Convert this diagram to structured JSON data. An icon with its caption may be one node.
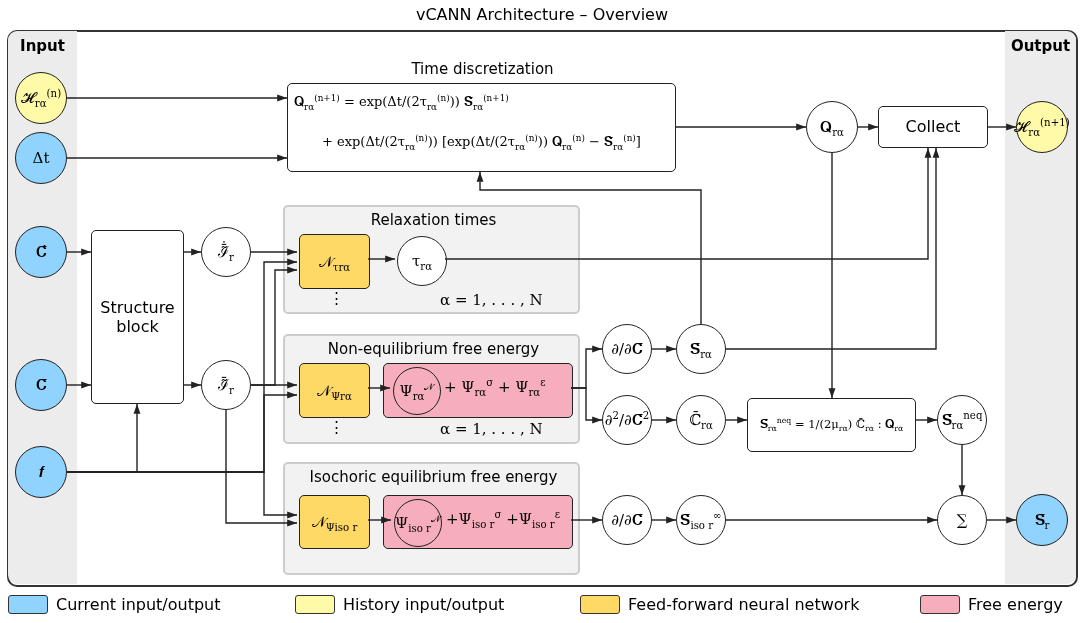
{
  "diagram": {
    "title": "vCANN Architecture – Overview",
    "nodes": [
      {
        "text": [
          "Input"
        ]
      },
      {
        "text": [
          "𝓗$_{rα}$$^{(n)}$"
        ],
        "in": 0
      },
      {
        "text": [
          "Δt"
        ],
        "in": 0
      },
      {
        "text": [
          "𝐂̄̇"
        ],
        "in": 0
      },
      {
        "text": [
          "𝐂̄"
        ],
        "in": 0
      },
      {
        "text": [
          "𝒇"
        ],
        "in": 0
      },
      {
        "text": [
          "Output"
        ]
      },
      {
        "text": [
          "𝓗$_{rα}$$^{(n+1)}$"
        ],
        "in": 6
      },
      {
        "text": [
          "𝐒̄$_{r}$"
        ],
        "in": 6
      },
      {
        "text": [
          "Time discretization",
          "𝐐$_{rα}$$^{(n+1)}$ = exp(Δt/(2τ$_{rα}$$^{(n)}$)) 𝐒̄$_{rα}$$^{(n+1)}$",
          "+ exp(Δt/(2τ$_{rα}$$^{(n)}$)) [exp(Δt/(2τ$_{rα}$$^{(n)}$)) 𝐐$_{rα}$$^{(n)}$ − 𝐒̄$_{rα}$$^{(n)}$]"
        ]
      },
      {
        "text": [
          "𝐐$_{rα}$"
        ]
      },
      {
        "text": [
          "Collect"
        ]
      },
      {
        "text": [
          "Structure block"
        ]
      },
      {
        "text": [
          "ℐ̃̄̇$_{r}$"
        ]
      },
      {
        "text": [
          "ℐ̃̄$_{r}$"
        ]
      },
      {
        "text": [
          "Relaxation times",
          "⋮",
          "α = 1, . . . , N"
        ]
      },
      {
        "text": [
          "𝒩$_{τrα}$"
        ],
        "in": 15
      },
      {
        "text": [
          "τ$_{rα}$"
        ],
        "in": 15
      },
      {
        "text": [
          "Non-equilibrium free energy",
          "⋮",
          "α = 1, . . . , N"
        ]
      },
      {
        "text": [
          "𝒩$_{Ψrα}$"
        ],
        "in": 18
      },
      {
        "text": [
          "+ Ψ$_{rα}$$^{σ}$ + Ψ$_{rα}$$^{ε}$"
        ],
        "in": 18
      },
      {
        "text": [
          "Ψ$_{rα}$$^{𝒩}$"
        ],
        "in": 20
      },
      {
        "text": [
          "Isochoric equilibrium free energy"
        ]
      },
      {
        "text": [
          "𝒩$_{Ψiso r}$"
        ],
        "in": 22
      },
      {
        "text": [
          "+Ψ$_{iso r}$$^{σ}$ +Ψ$_{iso r}$$^{ε}$"
        ],
        "in": 22
      },
      {
        "text": [
          "Ψ$_{iso r}$$^{𝒩}$"
        ],
        "in": 24
      },
      {
        "text": [
          "∂/∂𝐂̄"
        ]
      },
      {
        "text": [
          "𝐒̄$_{rα}$"
        ]
      },
      {
        "text": [
          "∂$^{2}$/∂𝐂̄$^{2}$"
        ]
      },
      {
        "text": [
          "ℂ̄$_{rα}$"
        ]
      },
      {
        "text": [
          "𝐒̄$_{rα}$$^{neq}$ = 1/(2μ$_{rα}$) ℂ̄$_{rα}$ : 𝐐$_{rα}$"
        ]
      },
      {
        "text": [
          "𝐒̄$_{rα}$$^{neq}$"
        ]
      },
      {
        "text": [
          "∂/∂𝐂̄"
        ]
      },
      {
        "text": [
          "𝐒̄$_{iso r}$$^{∞}$"
        ]
      },
      {
        "text": [
          "∑"
        ]
      }
    ],
    "edges": [
      {
        "from": 1,
        "to": 9,
        "arrow": "to"
      },
      {
        "from": 2,
        "to": 9,
        "arrow": "to"
      },
      {
        "from": 3,
        "to": 12,
        "arrow": "to"
      },
      {
        "from": 4,
        "to": 12,
        "arrow": "to"
      },
      {
        "from": 5,
        "to": 12,
        "arrow": "to"
      },
      {
        "from": 12,
        "to": 13,
        "arrow": "to"
      },
      {
        "from": 12,
        "to": 14,
        "arrow": "to"
      },
      {
        "from": 13,
        "to": 16,
        "arrow": "to"
      },
      {
        "from": 5,
        "to": 16,
        "arrow": "to"
      },
      {
        "from": 14,
        "to": 16,
        "arrow": "to"
      },
      {
        "from": 14,
        "to": 19,
        "arrow": "to"
      },
      {
        "from": 5,
        "to": 19,
        "arrow": "to"
      },
      {
        "from": 5,
        "to": 23,
        "arrow": "to"
      },
      {
        "from": 14,
        "to": 23,
        "arrow": "to"
      },
      {
        "from": 16,
        "to": 17,
        "arrow": "to"
      },
      {
        "from": 17,
        "to": 11,
        "arrow": "to"
      },
      {
        "from": 19,
        "to": 21,
        "arrow": "to"
      },
      {
        "from": 20,
        "to": 26,
        "arrow": "to"
      },
      {
        "from": 20,
        "to": 28,
        "arrow": "to"
      },
      {
        "from": 26,
        "to": 27,
        "arrow": "to"
      },
      {
        "from": 27,
        "to": 9,
        "arrow": "to"
      },
      {
        "from": 27,
        "to": 11,
        "arrow": "to"
      },
      {
        "from": 28,
        "to": 29,
        "arrow": "to"
      },
      {
        "from": 29,
        "to": 30,
        "arrow": "to"
      },
      {
        "from": 10,
        "to": 30,
        "arrow": "to"
      },
      {
        "from": 30,
        "to": 31,
        "arrow": "to"
      },
      {
        "from": 31,
        "to": 34,
        "arrow": "to"
      },
      {
        "from": 9,
        "to": 10,
        "arrow": "to"
      },
      {
        "from": 10,
        "to": 11,
        "arrow": "to"
      },
      {
        "from": 11,
        "to": 7,
        "arrow": "to"
      },
      {
        "from": 23,
        "to": 25,
        "arrow": "to"
      },
      {
        "from": 24,
        "to": 32,
        "arrow": "to"
      },
      {
        "from": 32,
        "to": 33,
        "arrow": "to"
      },
      {
        "from": 33,
        "to": 34,
        "arrow": "to"
      },
      {
        "from": 34,
        "to": 8,
        "arrow": "to"
      }
    ],
    "legend": [
      {
        "text": "Current input/output",
        "color": "#8fd3fe"
      },
      {
        "text": "History input/output",
        "color": "#fffaa8"
      },
      {
        "text": "Feed-forward neural network",
        "color": "#ffd966"
      },
      {
        "text": "Free energy",
        "color": "#f6aebd"
      }
    ]
  }
}
